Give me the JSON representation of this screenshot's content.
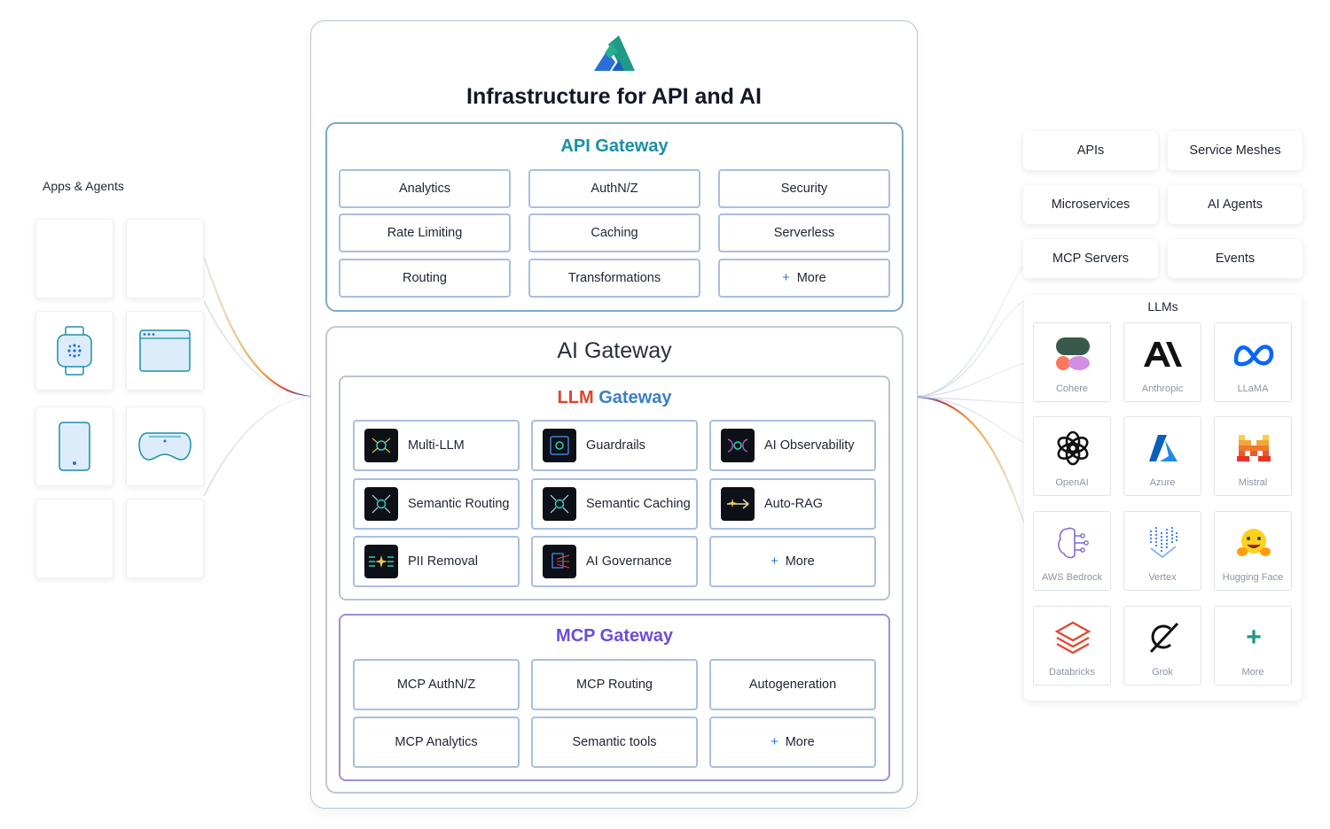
{
  "apps": {
    "title": "Apps & Agents"
  },
  "main": {
    "title": "Infrastructure for API and AI",
    "api_gateway": {
      "title": "API Gateway",
      "features": [
        "Analytics",
        "AuthN/Z",
        "Security",
        "Rate Limiting",
        "Caching",
        "Serverless",
        "Routing",
        "Transformations",
        "More"
      ]
    },
    "ai_gateway": {
      "title": "AI Gateway",
      "llm_gateway": {
        "title_part1": "LLM",
        "title_part2": "Gateway",
        "features": [
          "Multi-LLM",
          "Guardrails",
          "AI Observability",
          "Semantic Routing",
          "Semantic Caching",
          "Auto-RAG",
          "PII Removal",
          "AI Governance",
          "More"
        ]
      },
      "mcp_gateway": {
        "title": "MCP Gateway",
        "features": [
          "MCP AuthN/Z",
          "MCP Routing",
          "Autogeneration",
          "MCP Analytics",
          "Semantic tools",
          "More"
        ]
      }
    }
  },
  "services": [
    "APIs",
    "Service Meshes",
    "Microservices",
    "AI Agents",
    "MCP Servers",
    "Events"
  ],
  "llms": {
    "title": "LLMs",
    "providers": [
      "Cohere",
      "Anthropic",
      "LLaMA",
      "OpenAI",
      "Azure",
      "Mistral",
      "AWS Bedrock",
      "Vertex",
      "Hugging Face",
      "Databricks",
      "Grok",
      "More"
    ]
  },
  "colors": {
    "api_teal": "#1b8fa8",
    "mcp_purple": "#6a4fd6",
    "accent_blue": "#2a6fd6",
    "llm_red": "#e0432b"
  },
  "icons": [
    "logo-icon",
    "watch-icon",
    "browser-icon",
    "phone-icon",
    "vr-headset-icon",
    "plus-icon"
  ]
}
